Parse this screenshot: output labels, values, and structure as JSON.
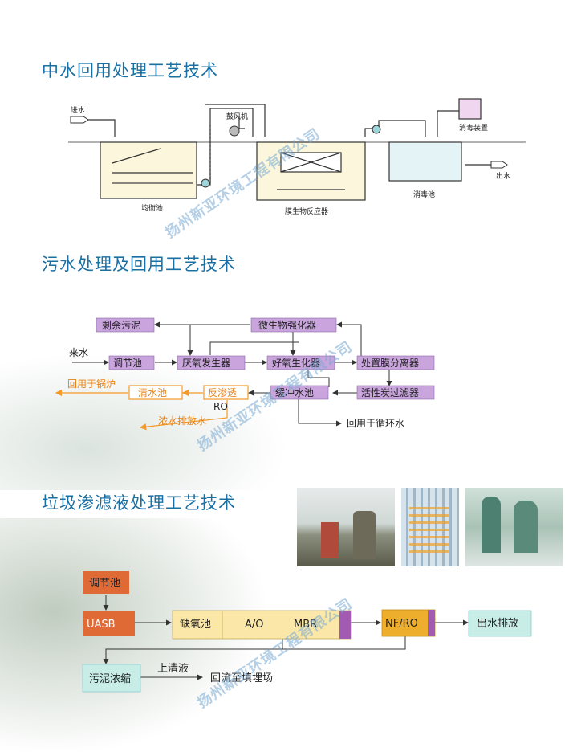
{
  "section1": {
    "title": "中水回用处理工艺技术",
    "inlet": "进水",
    "blower": "鼓风机",
    "equalization": "均衡池",
    "membrane_reactor": "膜生物反应器",
    "disinfect_device": "消毒装置",
    "disinfect_tank": "消毒池",
    "outlet": "出水"
  },
  "section2": {
    "title": "污水处理及回用工艺技术",
    "sludge": "剩余污泥",
    "micro": "微生物强化器",
    "inflow": "来水",
    "regulating": "调节池",
    "anaerobic": "厌氧发生器",
    "aerobic": "好氧生化器",
    "membrane_sep": "处置膜分离器",
    "reuse_boiler": "回用于锅炉",
    "clear_pool": "清水池",
    "ro": "反渗透",
    "ro_label": "RO",
    "buffer": "缓冲水池",
    "carbon": "活性炭过滤器",
    "concentrate": "浓水排放水",
    "reuse_cycle": "回用于循环水"
  },
  "section3": {
    "title": "垃圾渗滤液处理工艺技术",
    "regulating": "调节池",
    "uasb": "UASB",
    "anoxic": "缺氧池",
    "ao": "A/O",
    "mbr": "MBR",
    "nfro": "NF/RO",
    "discharge": "出水排放",
    "sludge_thicken": "污泥浓缩",
    "supernatant": "上清液",
    "landfill": "回流至填埋场"
  },
  "watermark": "扬州新亚环境工程有限公司",
  "colors": {
    "title_blue": "#1a6fa3",
    "purple_box": "#c9a4dd",
    "orange": "#f39a2a",
    "red_box": "#e06a36",
    "teal_box": "#c8ece6",
    "yellow_box": "#fbe8a8",
    "nfro_box": "#ecae2c"
  }
}
